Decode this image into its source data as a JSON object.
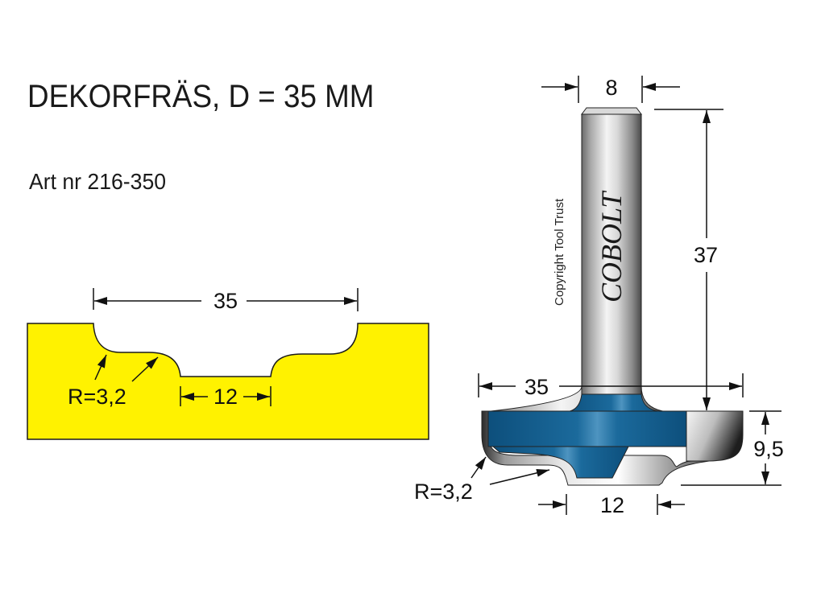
{
  "header": {
    "title": "DEKORFRÄS, D = 35 MM",
    "article_number": "Art nr 216-350"
  },
  "profile_view": {
    "fill_color": "#fff200",
    "width_label": "35",
    "bottom_width_label": "12",
    "radius_label": "R=3,2"
  },
  "cutter_view": {
    "shank_diameter_label": "8",
    "shank_length_label": "37",
    "cutter_diameter_label": "35",
    "cutting_height_label": "9,5",
    "bottom_width_label": "12",
    "radius_label": "R=3,2",
    "brand_label": "COBOLT",
    "copyright_label": "Copyright Tool Trust",
    "body_color": "#0f5a8a"
  }
}
